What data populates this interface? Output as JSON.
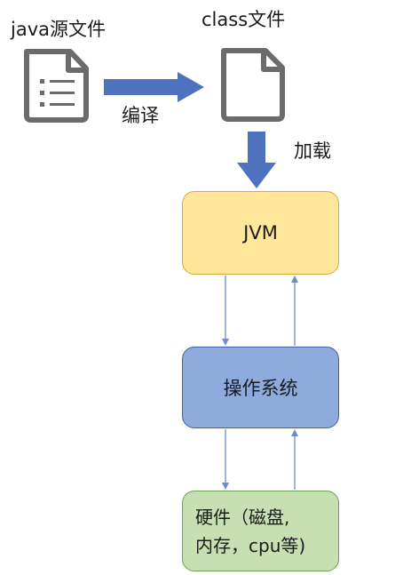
{
  "labels": {
    "java_source": "java源文件",
    "class_file": "class文件",
    "compile": "编译",
    "load": "加载"
  },
  "boxes": {
    "jvm": "JVM",
    "os": "操作系统",
    "hardware": "硬件（磁盘,\n内存，cpu等)"
  },
  "colors": {
    "arrow_blue": "#4f72be",
    "jvm_fill": "#ffe699",
    "os_fill": "#8faadc",
    "hardware_fill": "#c6e0b4"
  },
  "icons": {
    "source_file": "document-lines-icon",
    "class_file": "document-icon"
  }
}
